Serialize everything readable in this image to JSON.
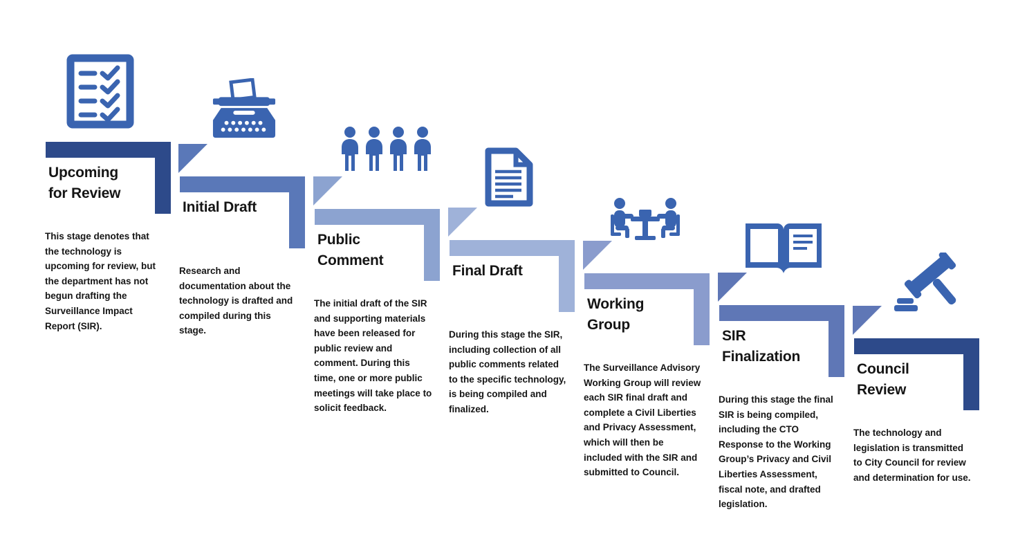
{
  "icon_color": "#3A64B0",
  "stages": [
    {
      "title": "Upcoming\nfor Review",
      "description": "This stage denotes that the technology is upcoming for review, but the department has not begun drafting the Surveillance Impact Report (SIR).",
      "icon": "checklist-icon",
      "bar_color": "#2D4A8A",
      "triangle_color": null
    },
    {
      "title": "Initial Draft",
      "description": "Research and documentation about the technology is drafted and compiled during this stage.",
      "icon": "typewriter-icon",
      "bar_color": "#5A78B8",
      "triangle_color": "#5A78B8"
    },
    {
      "title": "Public\nComment",
      "description": "The initial draft of the SIR and supporting materials have been released for public review and comment. During this time, one or more public meetings will take place to solicit feedback.",
      "icon": "people-group-icon",
      "bar_color": "#8CA3D0",
      "triangle_color": "#8CA3D0"
    },
    {
      "title": "Final Draft",
      "description": "During this stage the SIR, including collection of all public comments related to the specific technology, is being compiled and finalized.",
      "icon": "document-icon",
      "bar_color": "#9FB2D9",
      "triangle_color": "#9FB2D9"
    },
    {
      "title": "Working\nGroup",
      "description": "The Surveillance Advisory Working Group will review each SIR final draft and complete a Civil Liberties and Privacy Assessment, which will then be included with the SIR and submitted to Council.",
      "icon": "meeting-table-icon",
      "bar_color": "#8A9CCD",
      "triangle_color": "#8A9CCD"
    },
    {
      "title": "SIR\nFinalization",
      "description": "During this stage the final SIR is being compiled, including the CTO Response to the Working Group’s Privacy and Civil Liberties Assessment, fiscal note, and drafted legislation.",
      "icon": "open-book-icon",
      "bar_color": "#5F77B6",
      "triangle_color": "#5F77B6"
    },
    {
      "title": "Council\nReview",
      "description": "The technology and legislation is transmitted to City Council for review and determination for use.",
      "icon": "gavel-icon",
      "bar_color": "#2D4A8A",
      "triangle_color": "#5F77B6"
    }
  ]
}
